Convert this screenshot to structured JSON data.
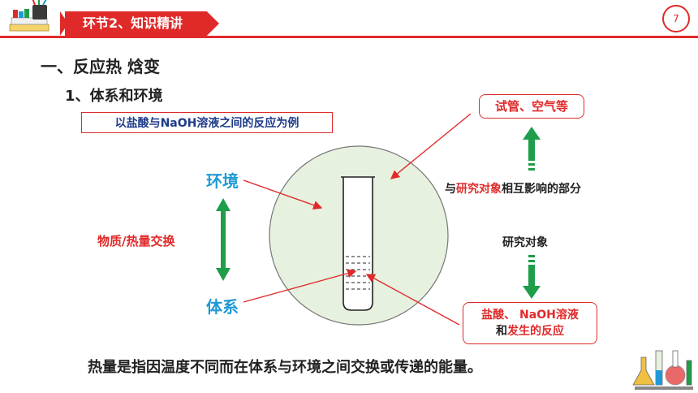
{
  "header": {
    "section_tab": "环节2、知识精讲",
    "page_number": "7",
    "accent_color": "#e02a2a"
  },
  "content": {
    "title": "一、反应热  焓变",
    "subtitle": "1、体系和环境",
    "example_label": "以盐酸与NaOH溶液之间的反应为例"
  },
  "diagram": {
    "environment_label": "环境",
    "system_label": "体系",
    "exchange_label": "物质/热量交换",
    "env_box_text": "试管、空气等",
    "mutual_prefix": "与",
    "mutual_highlight": "研究对象",
    "mutual_suffix": "相互影响的部分",
    "object_text": "研究对象",
    "system_box_line1": "盐酸、 NaOH溶液",
    "system_box_line2_a": "和",
    "system_box_line2_b": "发生的反应"
  },
  "footer": {
    "definition": "热量是指因温度不同而在体系与环境之间交换或传递的能量。"
  },
  "icons": {
    "top_left": "books-pencils-icon",
    "bottom_right": "lab-glassware-icon"
  }
}
